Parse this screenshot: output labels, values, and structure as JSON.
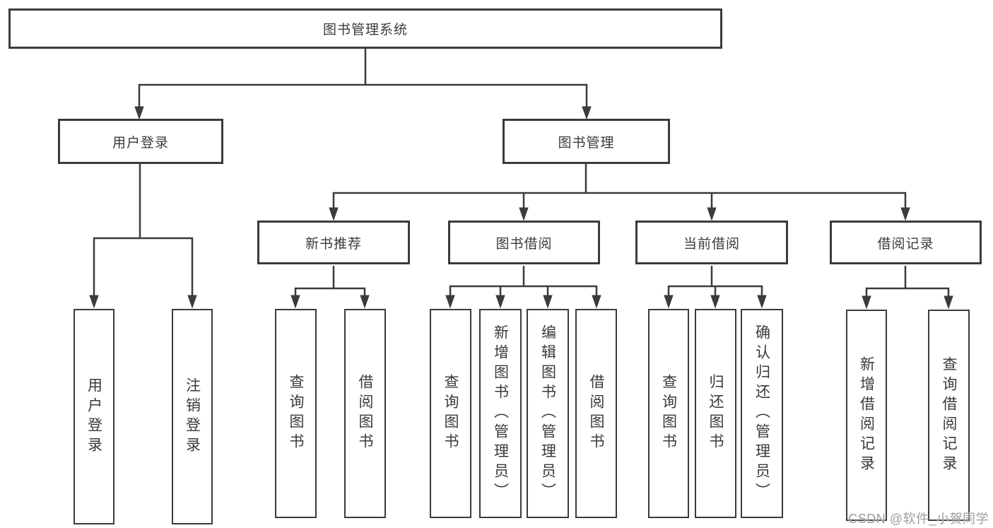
{
  "diagram": {
    "title": "图书管理系统",
    "level2": {
      "user_login": "用户登录",
      "book_mgmt": "图书管理"
    },
    "level3": {
      "new_books": "新书推荐",
      "borrow": "图书借阅",
      "current": "当前借阅",
      "records": "借阅记录"
    },
    "leaves": {
      "user_login": [
        "用户登录",
        "注销登录"
      ],
      "new_books": [
        "查询图书",
        "借阅图书"
      ],
      "borrow": [
        "查询图书",
        "新增图书（管理员）",
        "编辑图书（管理员）",
        "借阅图书"
      ],
      "current": [
        "查询图书",
        "归还图书",
        "确认归还（管理员）"
      ],
      "records": [
        "新增借阅记录",
        "查询借阅记录"
      ]
    }
  },
  "watermark": {
    "text": "CSDN @软件_小贺同学"
  },
  "colors": {
    "line": "#3b3b3b",
    "border": "#3b3b3b",
    "text": "#3a3a3a",
    "watermark": "#9c9ba1",
    "background": "#ffffff"
  }
}
